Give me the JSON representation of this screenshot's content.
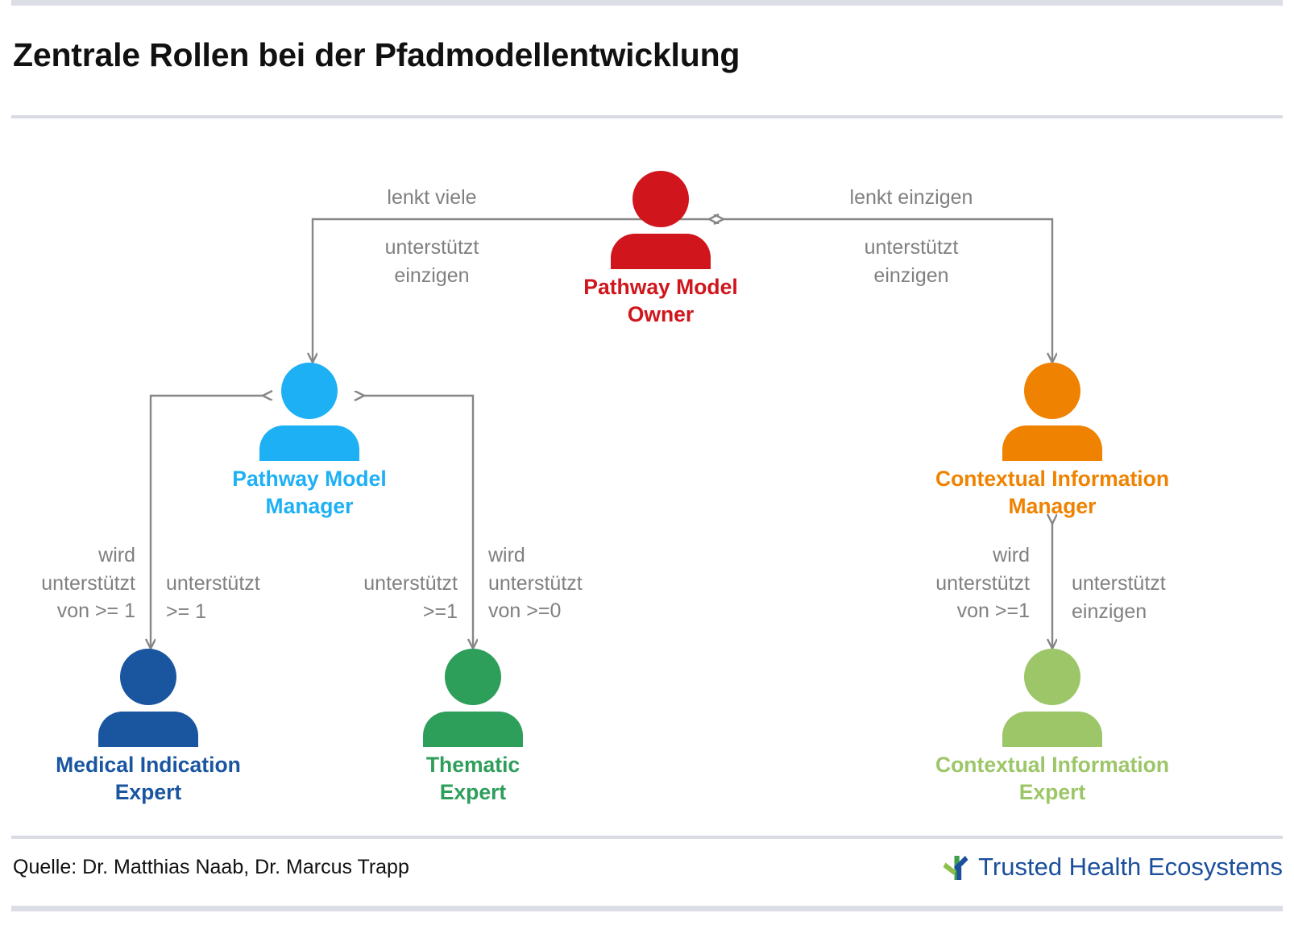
{
  "page": {
    "title": "Zentrale Rollen bei der Pfadmodellentwicklung",
    "source": "Quelle: Dr. Matthias Naab, Dr. Marcus Trapp"
  },
  "brand": {
    "logo_text": "Trusted Health Ecosystems",
    "logo_mark": "asterisk-icon",
    "logo_text_color": "#1b4f9c",
    "logo_mark_green": "#7fb350",
    "logo_mark_blue": "#1b4f9c"
  },
  "colors": {
    "owner_red": "#d0161c",
    "manager_blue": "#1eb0f5",
    "context_orange": "#ef8200",
    "medical_darkblue": "#1a56a0",
    "thematic_green": "#2e9e5b",
    "context_lightgreen": "#9cc668",
    "edge_gray": "#808080",
    "rule_gray": "#dcdee6",
    "title_black": "#111111"
  },
  "nodes": [
    {
      "id": "pathway-model-owner",
      "icon": "person-icon",
      "label_line1": "Pathway Model",
      "label_line2": "Owner",
      "color": "#d0161c"
    },
    {
      "id": "pathway-model-manager",
      "icon": "person-icon",
      "label_line1": "Pathway Model",
      "label_line2": "Manager",
      "color": "#1eb0f5"
    },
    {
      "id": "contextual-information-manager",
      "icon": "person-icon",
      "label_line1": "Contextual Information",
      "label_line2": "Manager",
      "color": "#ef8200"
    },
    {
      "id": "medical-indication-expert",
      "icon": "person-icon",
      "label_line1": "Medical Indication",
      "label_line2": "Expert",
      "color": "#1a56a0"
    },
    {
      "id": "thematic-expert",
      "icon": "person-icon",
      "label_line1": "Thematic",
      "label_line2": "Expert",
      "color": "#2e9e5b"
    },
    {
      "id": "contextual-information-expert",
      "icon": "person-icon",
      "label_line1": "Contextual Information",
      "label_line2": "Expert",
      "color": "#9cc668"
    }
  ],
  "edges": [
    {
      "id": "owner-steers-manager",
      "from": "pathway-model-owner",
      "to": "pathway-model-manager",
      "label_top": "lenkt viele",
      "label_bottom": "unterstützt\neinzigen"
    },
    {
      "id": "owner-steers-context-manager",
      "from": "pathway-model-owner",
      "to": "contextual-information-manager",
      "label_top": "lenkt einzigen",
      "label_bottom": "unterstützt\neinzigen"
    },
    {
      "id": "manager-medical-expert",
      "from": "pathway-model-manager",
      "to": "medical-indication-expert",
      "label_left": "wird\nunterstützt\nvon >= 1",
      "label_right": "unterstützt\n>=  1"
    },
    {
      "id": "manager-thematic-expert",
      "from": "pathway-model-manager",
      "to": "thematic-expert",
      "label_left": "unterstützt\n>=1",
      "label_right": "wird\nunterstützt\nvon >=0"
    },
    {
      "id": "context-manager-context-expert",
      "from": "contextual-information-manager",
      "to": "contextual-information-expert",
      "label_left": "wird\nunterstützt\nvon >=1",
      "label_right": "unterstützt\neinzigen"
    }
  ]
}
